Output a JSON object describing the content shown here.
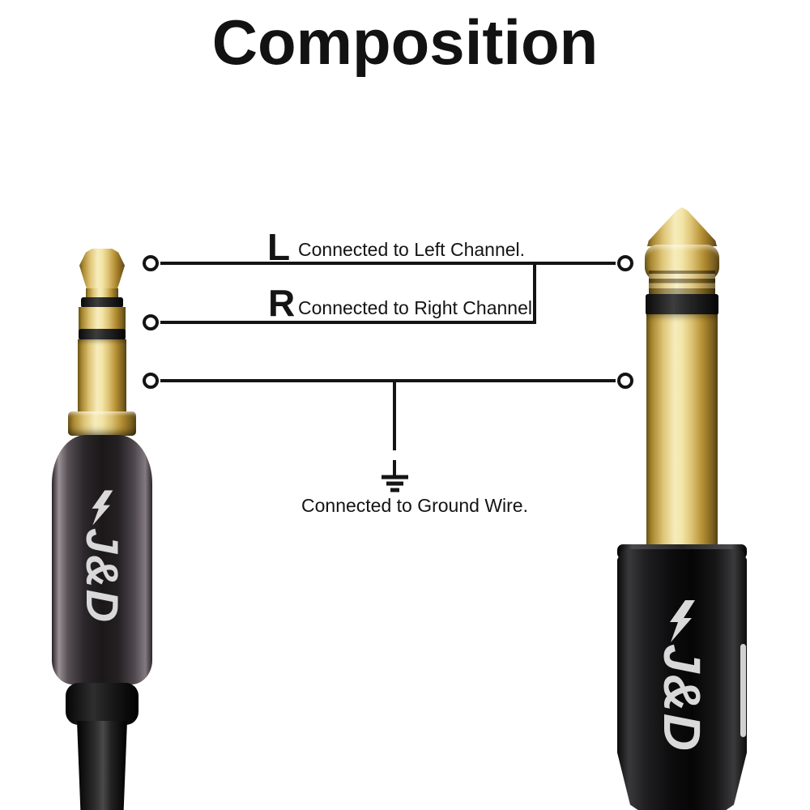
{
  "title": "Composition",
  "wiring": {
    "left_channel": {
      "label": "L",
      "text": "Connected to Left Channel."
    },
    "right_channel": {
      "label": "R",
      "text": "Connected to Right Channel."
    },
    "ground": {
      "text": "Connected to Ground Wire."
    }
  },
  "connectors": {
    "left_plug": {
      "logo_text": "J&D"
    },
    "right_plug": {
      "logo_text": "J&D"
    }
  },
  "icons": {
    "logo_bolt": "lightning-bolt"
  },
  "colors": {
    "background": "#ffffff",
    "wire_line": "#141414",
    "gold": "#e8d189",
    "gold_highlight": "#f6ecbc",
    "insulator_ring": "#1e1e1e",
    "left_plug_body": "#3a3338",
    "right_plug_body": "#111111",
    "logo": "#d9d9d9"
  }
}
